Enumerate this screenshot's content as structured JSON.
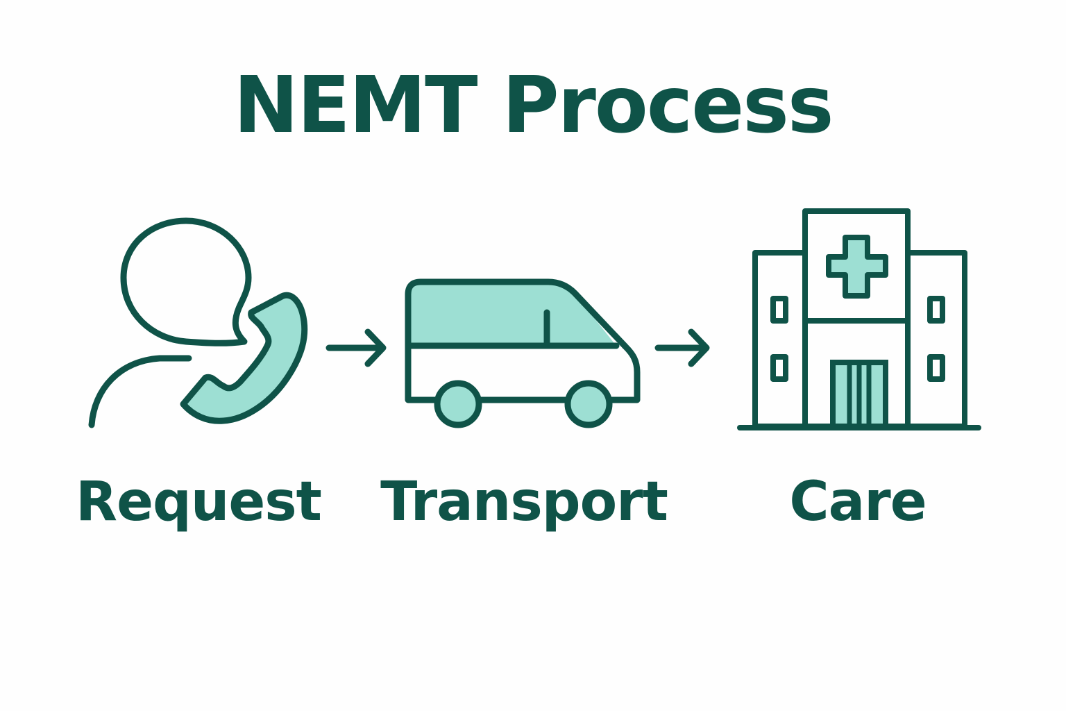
{
  "title": "NEMT Process",
  "steps": [
    {
      "label": "Request",
      "icon": "phone-request-icon"
    },
    {
      "label": "Transport",
      "icon": "van-icon"
    },
    {
      "label": "Care",
      "icon": "hospital-icon"
    }
  ],
  "connectors": [
    "arrow-right-icon",
    "arrow-right-icon"
  ],
  "colors": {
    "stroke": "#0f5348",
    "fill": "#9ddfd3",
    "background": "#fefefe"
  }
}
